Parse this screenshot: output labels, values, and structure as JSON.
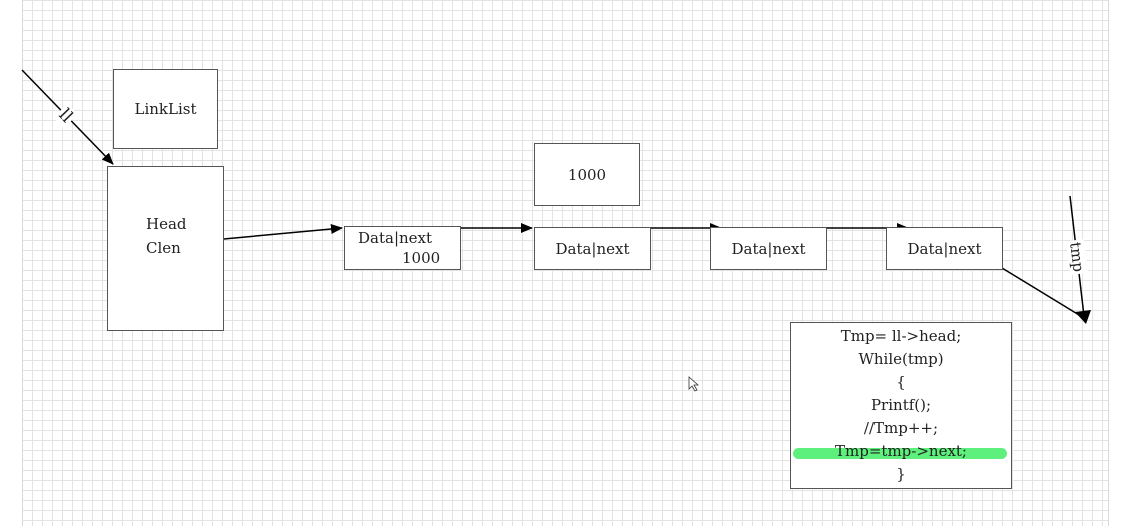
{
  "diagram": {
    "linklist_label": "LinkList",
    "head_box": {
      "line1": "Head",
      "line2": "Clen"
    },
    "addr_box": "1000",
    "nodes": [
      {
        "label": "Data|next",
        "sub": "1000"
      },
      {
        "label": "Data|next"
      },
      {
        "label": "Data|next"
      },
      {
        "label": "Data|next"
      }
    ],
    "pointer_ll": "ll",
    "pointer_tmp": "tmp",
    "code_lines": [
      "Tmp= ll->head;",
      "While(tmp)",
      "{",
      "Printf();",
      "//Tmp++;",
      "Tmp=tmp->next;",
      "}"
    ],
    "highlight_color": "#5ef07c"
  }
}
